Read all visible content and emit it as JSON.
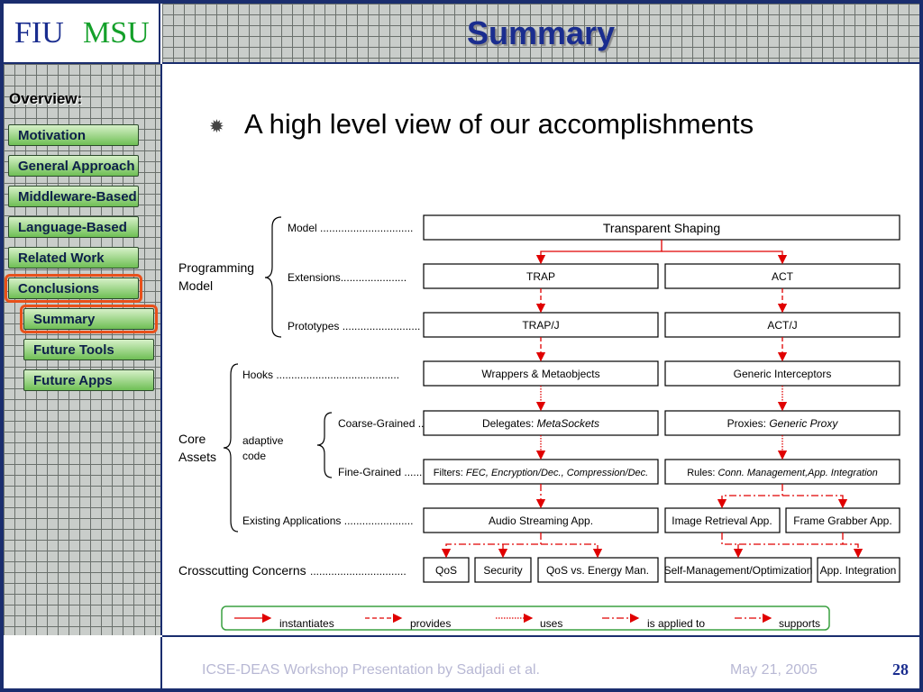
{
  "header": {
    "logo_left": "FIU",
    "logo_right": "MSU",
    "title": "Summary"
  },
  "sidebar": {
    "heading": "Overview:",
    "items": [
      {
        "label": "Motivation"
      },
      {
        "label": "General Approach"
      },
      {
        "label": "Middleware-Based"
      },
      {
        "label": "Language-Based"
      },
      {
        "label": "Related Work"
      },
      {
        "label": "Conclusions"
      },
      {
        "label": "Summary"
      },
      {
        "label": "Future Tools"
      },
      {
        "label": "Future Apps"
      }
    ]
  },
  "content": {
    "bullet": "A high level view of our accomplishments"
  },
  "diagram": {
    "groups": {
      "programming_model": "Programming Model",
      "core_assets": "Core Assets",
      "adaptive_code": "adaptive code",
      "crosscutting": "Crosscutting Concerns"
    },
    "rows": {
      "model": "Model ...............................",
      "extensions": "Extensions......................",
      "prototypes": "Prototypes ..........................",
      "hooks": "Hooks .........................................",
      "coarse": "Coarse-Grained ..",
      "fine": "Fine-Grained ......",
      "existing": "Existing Applications .......................",
      "crosscutting_dots": "................................"
    },
    "boxes": {
      "transparent_shaping": "Transparent Shaping",
      "trap": "TRAP",
      "act": "ACT",
      "trap_j": "TRAP/J",
      "act_j": "ACT/J",
      "wrappers": "Wrappers & Metaobjects",
      "generic_interceptors": "Generic Interceptors",
      "delegates_prefix": "Delegates: ",
      "delegates_italic": "MetaSockets",
      "proxies_prefix": "Proxies: ",
      "proxies_italic": "Generic Proxy",
      "filters_prefix": "Filters: ",
      "filters_italic": "FEC, Encryption/Dec., Compression/Dec.",
      "rules_prefix": "Rules: ",
      "rules_italic": "Conn. Management,App. Integration",
      "audio": "Audio Streaming App.",
      "image": "Image Retrieval App.",
      "frame": "Frame Grabber App.",
      "qos": "QoS",
      "security": "Security",
      "qos_energy": "QoS vs. Energy Man.",
      "self_mgmt": "Self-Management/Optimization",
      "app_integration": "App. Integration"
    },
    "legend": [
      "instantiates",
      "provides",
      "uses",
      "is applied to",
      "supports"
    ],
    "colors": {
      "arrow": "#e00000",
      "legend_border": "#3aa040"
    }
  },
  "footer": {
    "presentation": "ICSE-DEAS Workshop Presentation by Sadjadi et al.",
    "date": "May 21, 2005",
    "page": "28"
  }
}
